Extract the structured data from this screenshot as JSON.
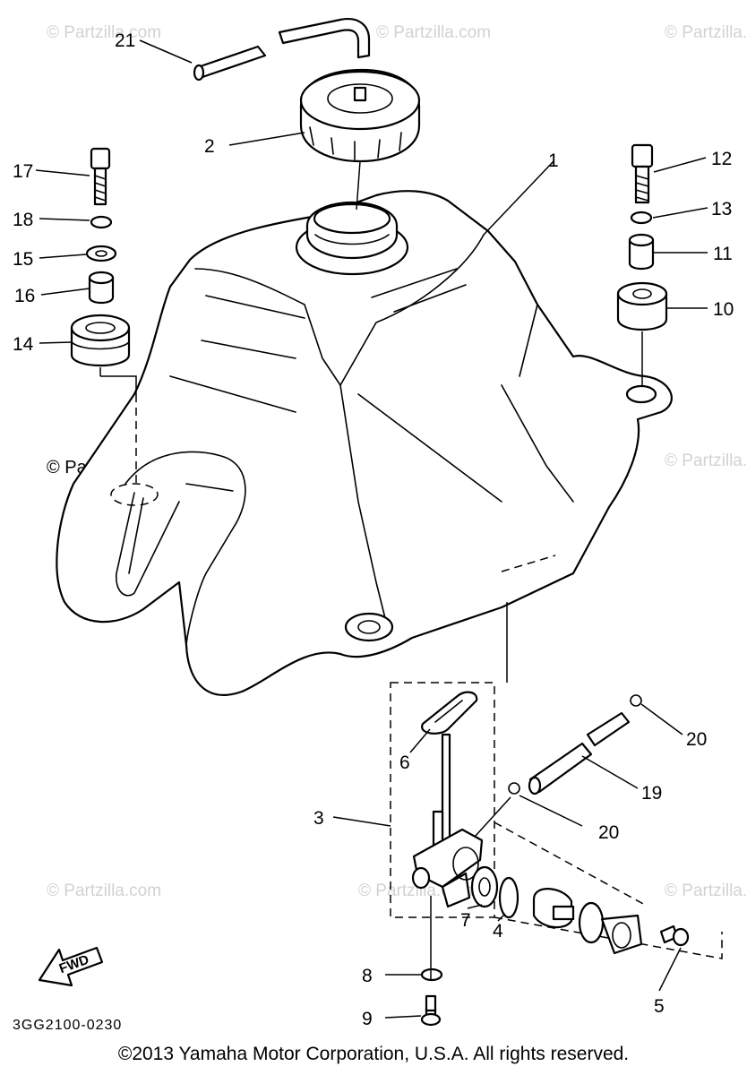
{
  "watermark": "© Partzilla.com",
  "callouts": {
    "p1": "1",
    "p2": "2",
    "p3": "3",
    "p4": "4",
    "p5": "5",
    "p6": "6",
    "p7": "7",
    "p8": "8",
    "p9": "9",
    "p10": "10",
    "p11": "11",
    "p12": "12",
    "p13": "13",
    "p14": "14",
    "p15": "15",
    "p16": "16",
    "p17": "17",
    "p18": "18",
    "p19": "19",
    "p20a": "20",
    "p20b": "20",
    "p21": "21"
  },
  "fwd_label": "FWD",
  "drawing_code": "3GG2100-0230",
  "copyright": "©2013 Yamaha Motor Corporation, U.S.A. All rights reserved."
}
